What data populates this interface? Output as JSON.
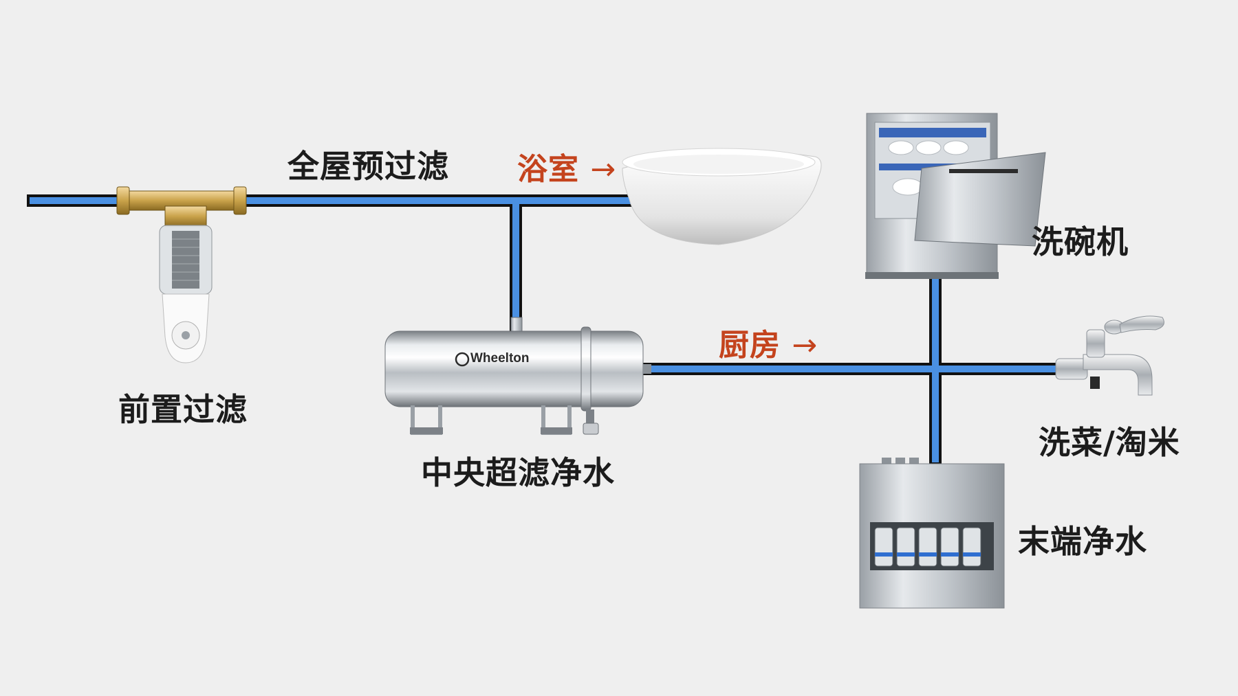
{
  "labels": {
    "whole_house_prefilter": "全屋预过滤",
    "bathroom": "浴室",
    "kitchen": "厨房",
    "arrow": "→",
    "pre_filter": "前置过滤",
    "central_uf": "中央超滤净水",
    "dishwasher": "洗碗机",
    "wash_veg": "洗菜/淘米",
    "point_of_use": "末端净水"
  },
  "brand": "Wheelton",
  "colors": {
    "pipe_blue": "#4a90e2",
    "pipe_outline": "#111111",
    "accent_red": "#c4431d",
    "brass": "#c9a24a",
    "steel": "#c8ccd0",
    "background": "#efefef"
  },
  "icons": [
    "pre-filter-icon",
    "bathtub-icon",
    "dishwasher-icon",
    "faucet-icon",
    "uf-purifier-icon",
    "ro-purifier-icon"
  ]
}
